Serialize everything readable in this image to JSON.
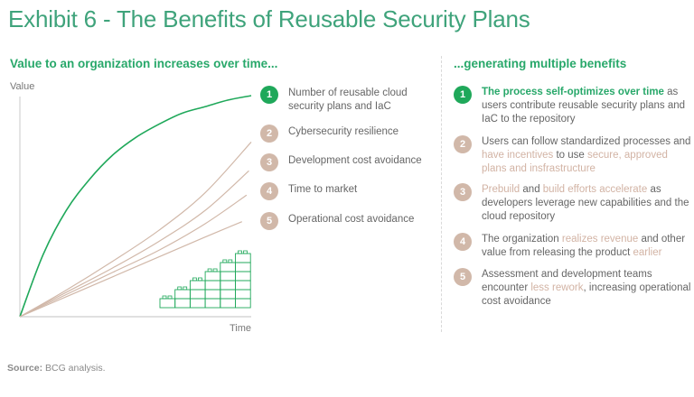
{
  "title": "Exhibit 6 - The Benefits of Reusable Security Plans",
  "left_heading": "Value to an organization increases over time...",
  "right_heading": "...generating multiple benefits",
  "colors": {
    "title": "#3fa37b",
    "accent_green": "#1fa85a",
    "accent_tan": "#d1b8a9",
    "text": "#666666"
  },
  "chart_data": {
    "type": "line",
    "title": "Value to an organization increases over time...",
    "xlabel": "Time",
    "ylabel": "Value",
    "xlim": [
      0,
      1
    ],
    "ylim": [
      0,
      1
    ],
    "grid": false,
    "legend_position": "right",
    "series": [
      {
        "id": 1,
        "name": "Number of reusable cloud security plans and IaC",
        "color": "#1fa85a",
        "shape": "concave",
        "x": [
          0,
          0.1,
          0.2,
          0.3,
          0.4,
          0.5,
          0.6,
          0.7,
          0.8,
          0.9,
          1.0
        ],
        "y": [
          0,
          0.28,
          0.48,
          0.62,
          0.73,
          0.81,
          0.87,
          0.92,
          0.95,
          0.98,
          1.0
        ]
      },
      {
        "id": 2,
        "name": "Cybersecurity resilience",
        "color": "#d1b8a9",
        "shape": "convex",
        "x": [
          0,
          0.2,
          0.4,
          0.6,
          0.8,
          1.0
        ],
        "y": [
          0,
          0.12,
          0.25,
          0.39,
          0.56,
          0.79
        ]
      },
      {
        "id": 3,
        "name": "Development cost avoidance",
        "color": "#d1b8a9",
        "shape": "convex",
        "x": [
          0,
          0.2,
          0.4,
          0.6,
          0.8,
          0.99
        ],
        "y": [
          0,
          0.11,
          0.22,
          0.34,
          0.48,
          0.66
        ]
      },
      {
        "id": 4,
        "name": "Time to market",
        "color": "#d1b8a9",
        "shape": "convex",
        "x": [
          0,
          0.2,
          0.4,
          0.6,
          0.8,
          0.98
        ],
        "y": [
          0,
          0.1,
          0.2,
          0.3,
          0.42,
          0.55
        ]
      },
      {
        "id": 5,
        "name": "Operational cost avoidance",
        "color": "#d1b8a9",
        "shape": "convex",
        "x": [
          0,
          0.2,
          0.4,
          0.6,
          0.8,
          0.96
        ],
        "y": [
          0,
          0.09,
          0.18,
          0.27,
          0.36,
          0.43
        ]
      }
    ],
    "annotation": {
      "type": "stacked-blocks",
      "columns": [
        1,
        2,
        3,
        4,
        5,
        6
      ],
      "color": "#1fa85a"
    }
  },
  "legend": [
    {
      "num": "1",
      "label": "Number of reusable cloud security plans and IaC",
      "style": "green"
    },
    {
      "num": "2",
      "label": "Cybersecurity resilience",
      "style": "tan"
    },
    {
      "num": "3",
      "label": "Development cost avoidance",
      "style": "tan"
    },
    {
      "num": "4",
      "label": "Time to market",
      "style": "tan"
    },
    {
      "num": "5",
      "label": "Operational cost avoidance",
      "style": "tan"
    }
  ],
  "benefits": [
    {
      "num": "1",
      "style": "green",
      "segments": [
        {
          "text": "The process  self-optimizes over time",
          "hl": "green"
        },
        {
          "text": " as users contribute reusable security plans and IaC to the repository",
          "hl": ""
        }
      ]
    },
    {
      "num": "2",
      "style": "tan",
      "segments": [
        {
          "text": "Users can follow standardized processes and ",
          "hl": ""
        },
        {
          "text": "have incentives",
          "hl": "tan"
        },
        {
          "text": " to use ",
          "hl": ""
        },
        {
          "text": "secure, approved plans and insfrastructure",
          "hl": "tan"
        }
      ]
    },
    {
      "num": "3",
      "style": "tan",
      "segments": [
        {
          "text": "Prebuild",
          "hl": "tan"
        },
        {
          "text": " and ",
          "hl": ""
        },
        {
          "text": "build efforts accelerate",
          "hl": "tan"
        },
        {
          "text": " as developers leverage new capabilities and the cloud repository",
          "hl": ""
        }
      ]
    },
    {
      "num": "4",
      "style": "tan",
      "segments": [
        {
          "text": "The organization ",
          "hl": ""
        },
        {
          "text": "realizes revenue",
          "hl": "tan"
        },
        {
          "text": " and other value from releasing the product ",
          "hl": ""
        },
        {
          "text": "earlier",
          "hl": "tan"
        }
      ]
    },
    {
      "num": "5",
      "style": "tan",
      "segments": [
        {
          "text": "Assessment and development teams encounter ",
          "hl": ""
        },
        {
          "text": "less rework",
          "hl": "tan"
        },
        {
          "text": ", increasing operational cost avoidance",
          "hl": ""
        }
      ]
    }
  ],
  "source": {
    "label": "Source:",
    "text": " BCG analysis."
  }
}
